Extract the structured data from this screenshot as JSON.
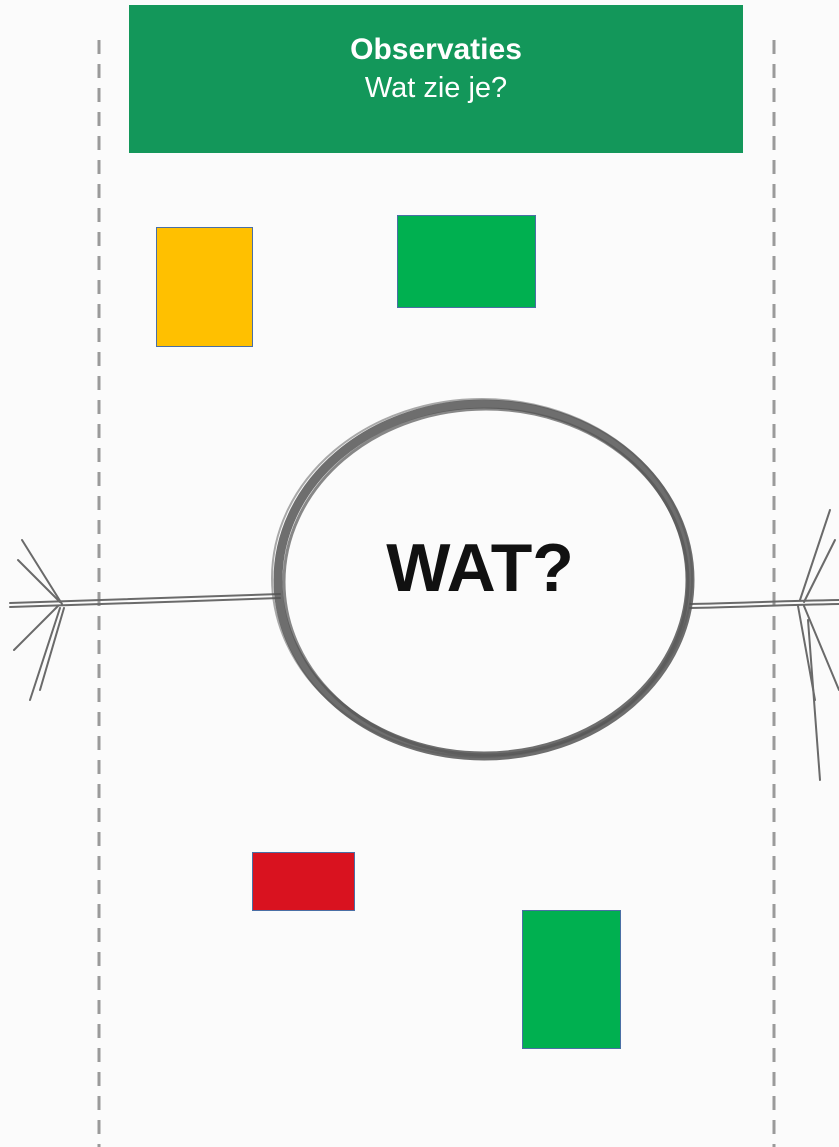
{
  "header": {
    "title": "Observaties",
    "subtitle": "Wat zie je?"
  },
  "center": {
    "label": "WAT?"
  },
  "notes": [
    {
      "id": "note-yellow",
      "color": "#FFC000"
    },
    {
      "id": "note-green-top",
      "color": "#00B050"
    },
    {
      "id": "note-red",
      "color": "#D9121F"
    },
    {
      "id": "note-green-bottom",
      "color": "#00B050"
    }
  ],
  "colors": {
    "header_background": "#13975A",
    "pencil": "#555555",
    "divider": "#9a9a9a"
  }
}
